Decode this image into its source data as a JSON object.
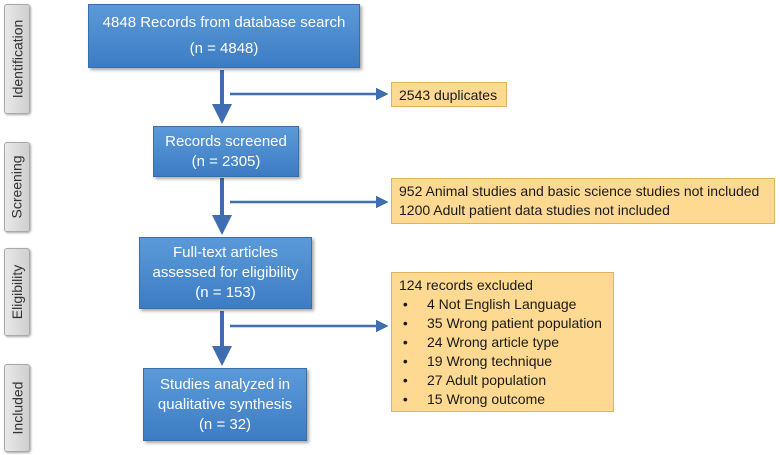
{
  "stages": {
    "identification": "Identification",
    "screening": "Screening",
    "eligibility": "Eligibility",
    "included": "Included"
  },
  "boxes": {
    "records_search": {
      "line1": "4848 Records from database search",
      "line2": "(n = 4848)"
    },
    "records_screened": {
      "line1": "Records screened",
      "line2": "(n = 2305)"
    },
    "fulltext": {
      "line1": "Full-text articles",
      "line2": "assessed for eligibility",
      "line3": "(n = 153)"
    },
    "studies": {
      "line1": "Studies analyzed in",
      "line2": "qualitative synthesis",
      "line3": "(n = 32)"
    }
  },
  "exclusions": {
    "duplicates": "2543 duplicates",
    "screening": {
      "line1": "952 Animal studies and basic science studies not included",
      "line2": "1200 Adult patient data studies not included"
    },
    "eligibility": {
      "header": "124 records excluded",
      "items": [
        "4 Not English Language",
        "35 Wrong patient population",
        "24 Wrong article type",
        "19 Wrong technique",
        "27 Adult population",
        "15 Wrong outcome"
      ]
    }
  },
  "colors": {
    "box_blue": "#4a8bd0",
    "arrow_blue": "#3f6db2",
    "exclusion_fill": "#fdd991",
    "exclusion_border": "#e0b25a"
  }
}
